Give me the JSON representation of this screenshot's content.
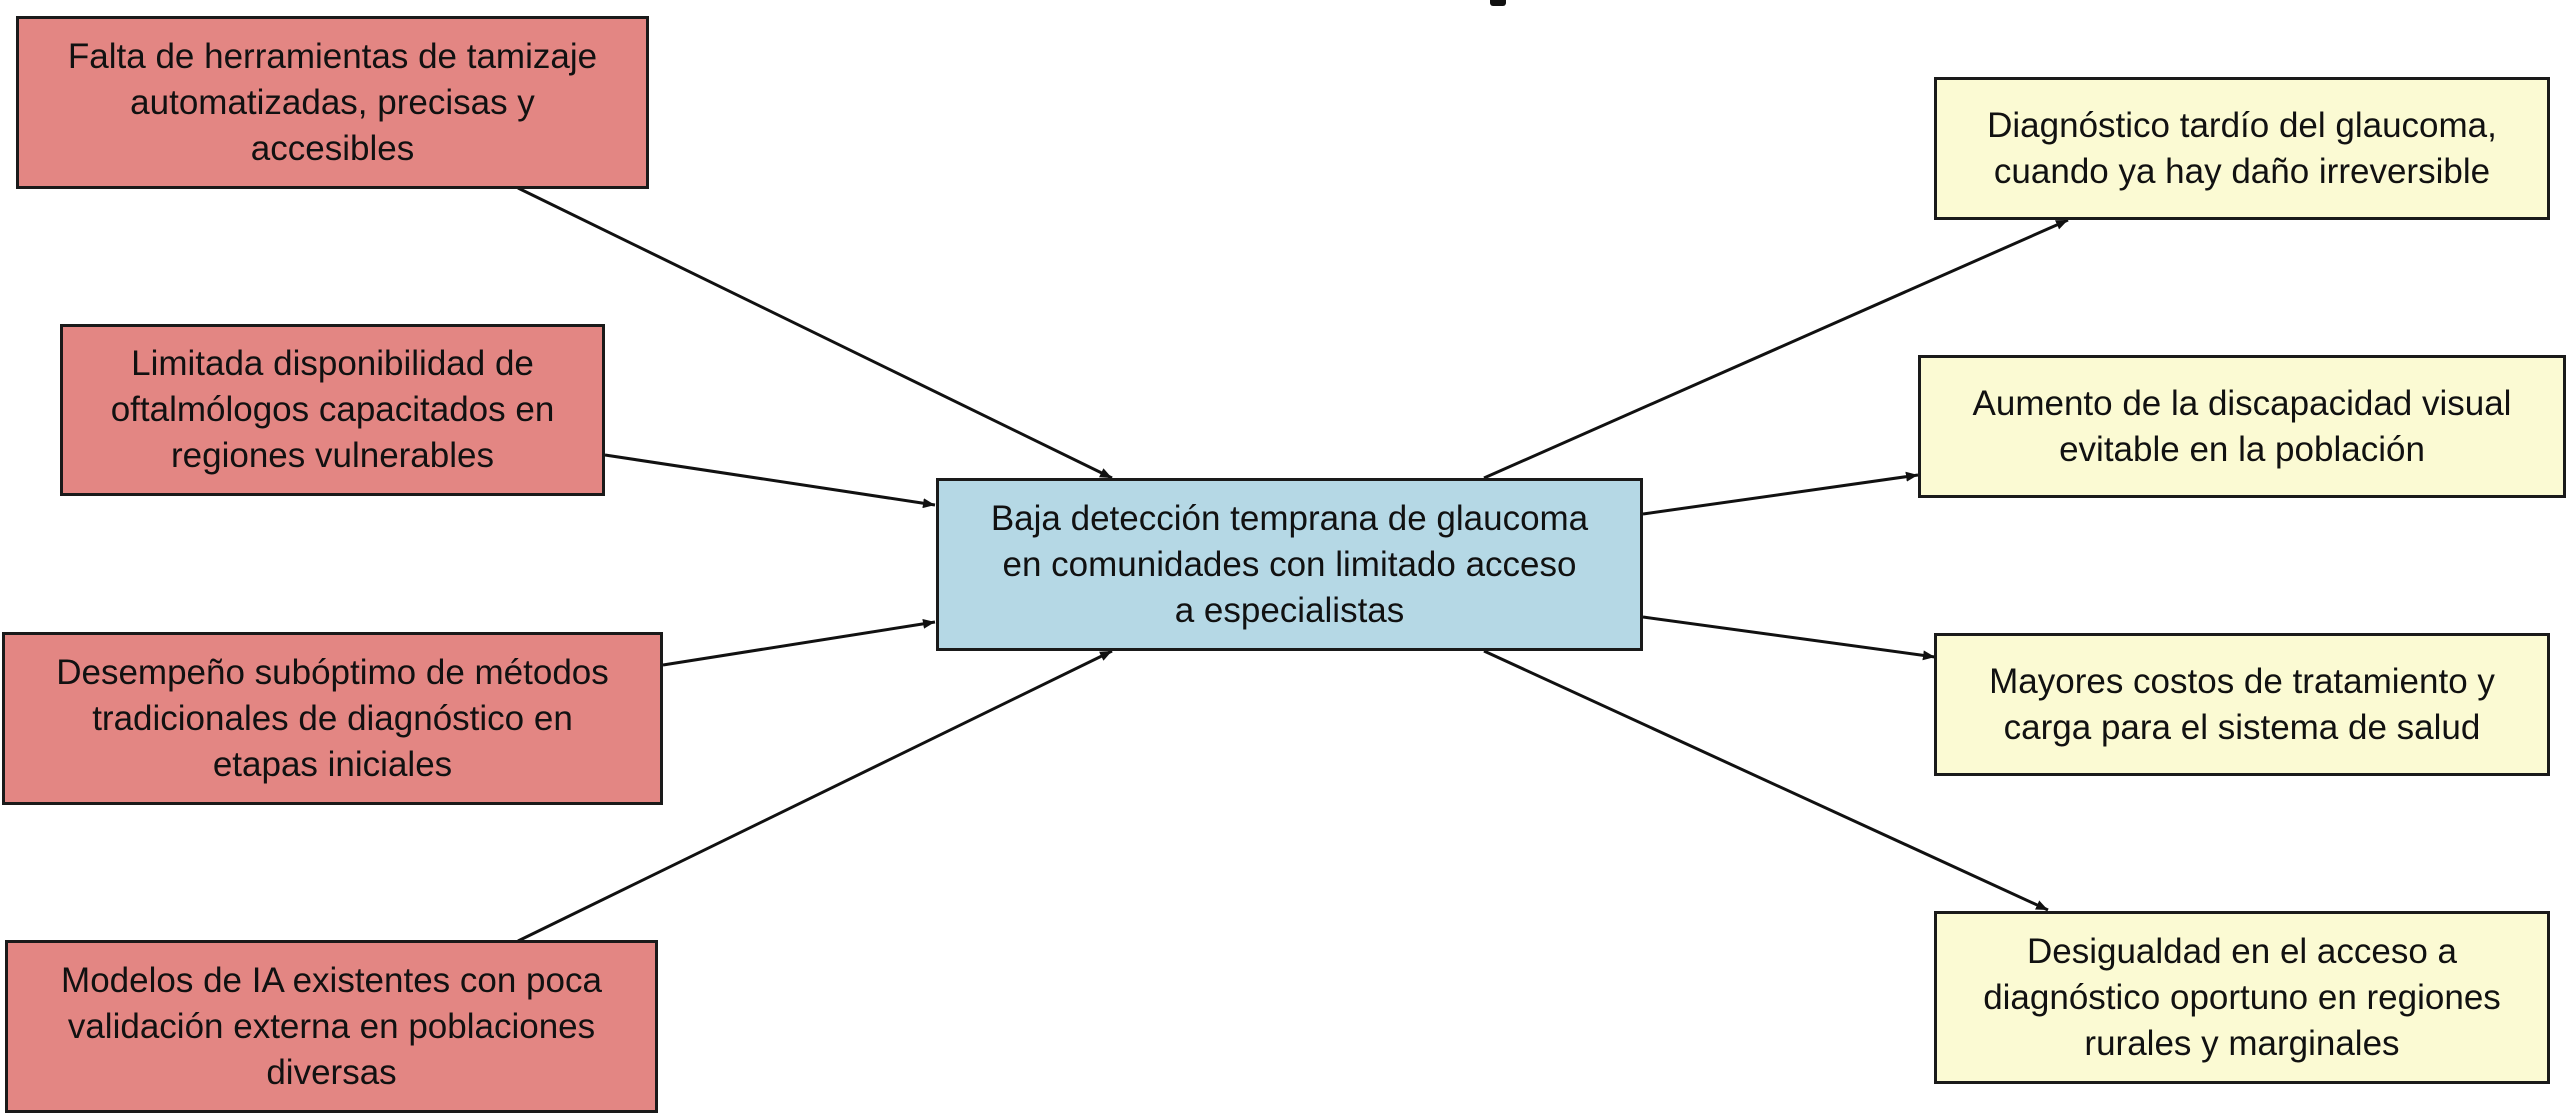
{
  "colors": {
    "cause_fill": "#e38683",
    "problem_fill": "#b5d8e5",
    "effect_fill": "#fbfad3",
    "stroke": "#1a1a1a"
  },
  "diagram": {
    "causes": [
      "Falta de herramientas de tamizaje\nautomatizadas, precisas y\naccesibles",
      "Limitada disponibilidad de\noftalmólogos capacitados en\nregiones vulnerables",
      "Desempeño subóptimo de métodos\ntradicionales de diagnóstico en\netapas iniciales",
      "Modelos de IA existentes con poca\nvalidación externa en poblaciones\ndiversas"
    ],
    "problem": "Baja detección temprana de glaucoma\nen comunidades con limitado acceso\na especialistas",
    "effects": [
      "Diagnóstico tardío del glaucoma,\ncuando ya hay daño irreversible",
      "Aumento de la discapacidad visual\nevitable en la población",
      "Mayores costos de tratamiento y\ncarga para el sistema de salud",
      "Desigualdad en el acceso a\ndiagnóstico oportuno en regiones\nrurales y marginales"
    ]
  }
}
